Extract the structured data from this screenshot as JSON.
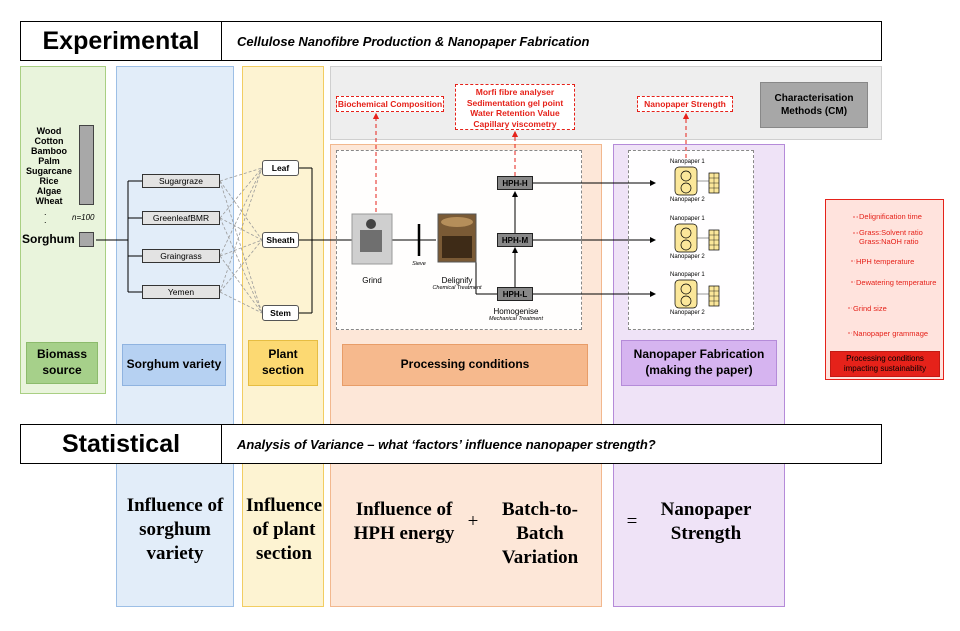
{
  "experimental": {
    "title": "Experimental",
    "subtitle": "Cellulose Nanofibre Production & Nanopaper Fabrication"
  },
  "biomass": {
    "list": [
      "Wood",
      "Cotton",
      "Bamboo",
      "Palm",
      "Sugarcane",
      "Rice",
      "Algae",
      "Wheat"
    ],
    "dots": ".\n.",
    "n_label": "n=100",
    "sorghum": "Sorghum",
    "label": "Biomass source"
  },
  "varieties": {
    "items": [
      "Sugargraze",
      "GreenleafBMR",
      "Graingrass",
      "Yemen"
    ],
    "label": "Sorghum variety"
  },
  "plant_sections": {
    "items": [
      "Leaf",
      "Sheath",
      "Stem"
    ],
    "label": "Plant section"
  },
  "processing": {
    "grind": "Grind",
    "sieve": "Sieve",
    "delignify": "Delignify",
    "delignify_sub": "Chemical Treatment",
    "homogenise": "Homogenise",
    "homogenise_sub": "Mechanical Treatment",
    "hph": [
      "HPH-H",
      "HPH-M",
      "HPH-L"
    ],
    "label": "Processing conditions"
  },
  "characterisation": {
    "label": "Characterisation Methods (CM)",
    "biochemical": "Biochemical Composition",
    "morfi": [
      "Morfi fibre analyser",
      "Sedimentation gel point",
      "Water Retention Value",
      "Capillary viscometry"
    ],
    "strength": "Nanopaper Strength"
  },
  "nanopaper": {
    "label": "Nanopaper Fabrication (making the paper)",
    "n1": "Nanopaper 1",
    "n2": "Nanopaper 2"
  },
  "sustainability": {
    "items": [
      "Delignification time",
      "Grass:Solvent ratio",
      "Grass:NaOH ratio",
      "HPH temperature",
      "Dewatering temperature",
      "Grind size",
      "Nanopaper grammage"
    ],
    "label": "Processing conditions impacting sustainability"
  },
  "statistical": {
    "title": "Statistical",
    "subtitle": "Analysis of Variance – what ‘factors’ influence nanopaper strength?"
  },
  "equation": {
    "variety": "Influence of sorghum variety",
    "section": "Influence of plant section",
    "hph": "Influence of HPH energy",
    "plus": "+",
    "batch": "Batch-to-Batch Variation",
    "equals": "=",
    "result": "Nanopaper Strength"
  },
  "colors": {
    "green": "#e9f4dc",
    "green_border": "#a9cf83",
    "green_label": "#a6d08a",
    "blue": "#e2edf9",
    "blue_border": "#9dbfe6",
    "yellow": "#fdf3d2",
    "yellow_border": "#f2cd62",
    "yellow_label": "#fcd972",
    "orange": "#fde7d8",
    "orange_border": "#f2b88e",
    "orange_label": "#f6b98d",
    "purple": "#efe3f7",
    "purple_border": "#b58bd9",
    "purple_label": "#d6b4f0",
    "grey": "#eeeeee",
    "red": "#e5221a"
  }
}
